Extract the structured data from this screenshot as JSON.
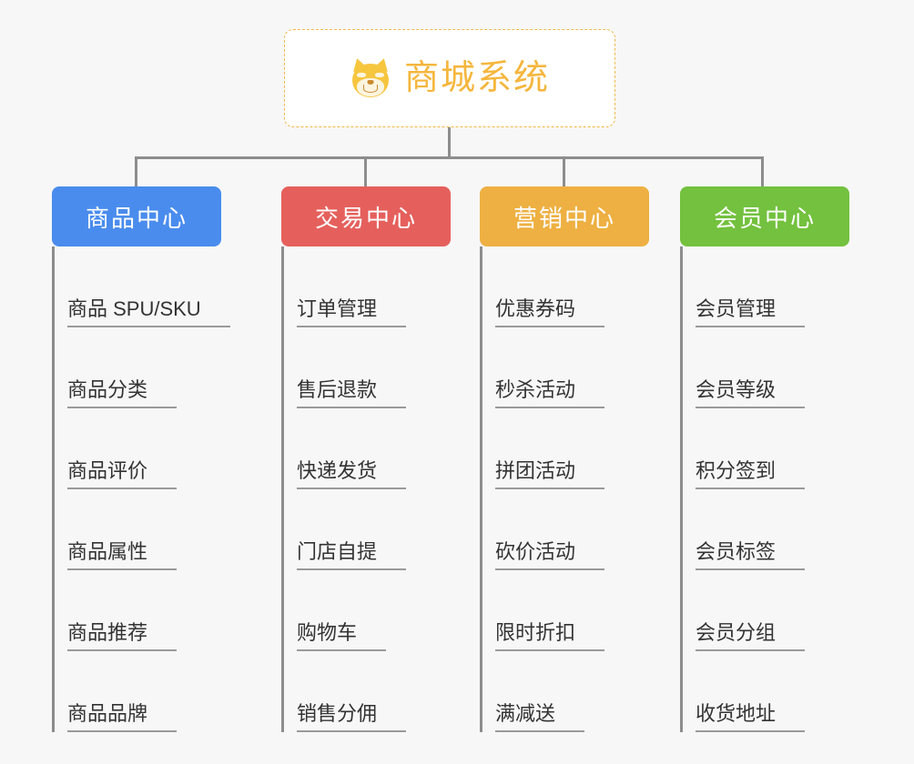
{
  "diagram": {
    "type": "org-chart-mindmap",
    "background_color": "#f7f7f7",
    "root": {
      "label": "商城系统",
      "icon": "shiba-inu-dog-icon",
      "border_color": "#f0b94a",
      "text_color": "#f5b63d",
      "background_color": "#ffffff"
    },
    "connector_color": "#8d8d8d",
    "leaf_text_color": "#333333",
    "leaf_underline_color": "#9a9a9a",
    "branches": [
      {
        "label": "商品中心",
        "color": "#4a8ced",
        "items": [
          "商品 SPU/SKU",
          "商品分类",
          "商品评价",
          "商品属性",
          "商品推荐",
          "商品品牌"
        ]
      },
      {
        "label": "交易中心",
        "color": "#e5605c",
        "items": [
          "订单管理",
          "售后退款",
          "快递发货",
          "门店自提",
          "购物车",
          "销售分佣"
        ]
      },
      {
        "label": "营销中心",
        "color": "#eeb042",
        "items": [
          "优惠券码",
          "秒杀活动",
          "拼团活动",
          "砍价活动",
          "限时折扣",
          "满减送"
        ]
      },
      {
        "label": "会员中心",
        "color": "#73c13e",
        "items": [
          "会员管理",
          "会员等级",
          "积分签到",
          "会员标签",
          "会员分组",
          "收货地址"
        ]
      }
    ]
  }
}
